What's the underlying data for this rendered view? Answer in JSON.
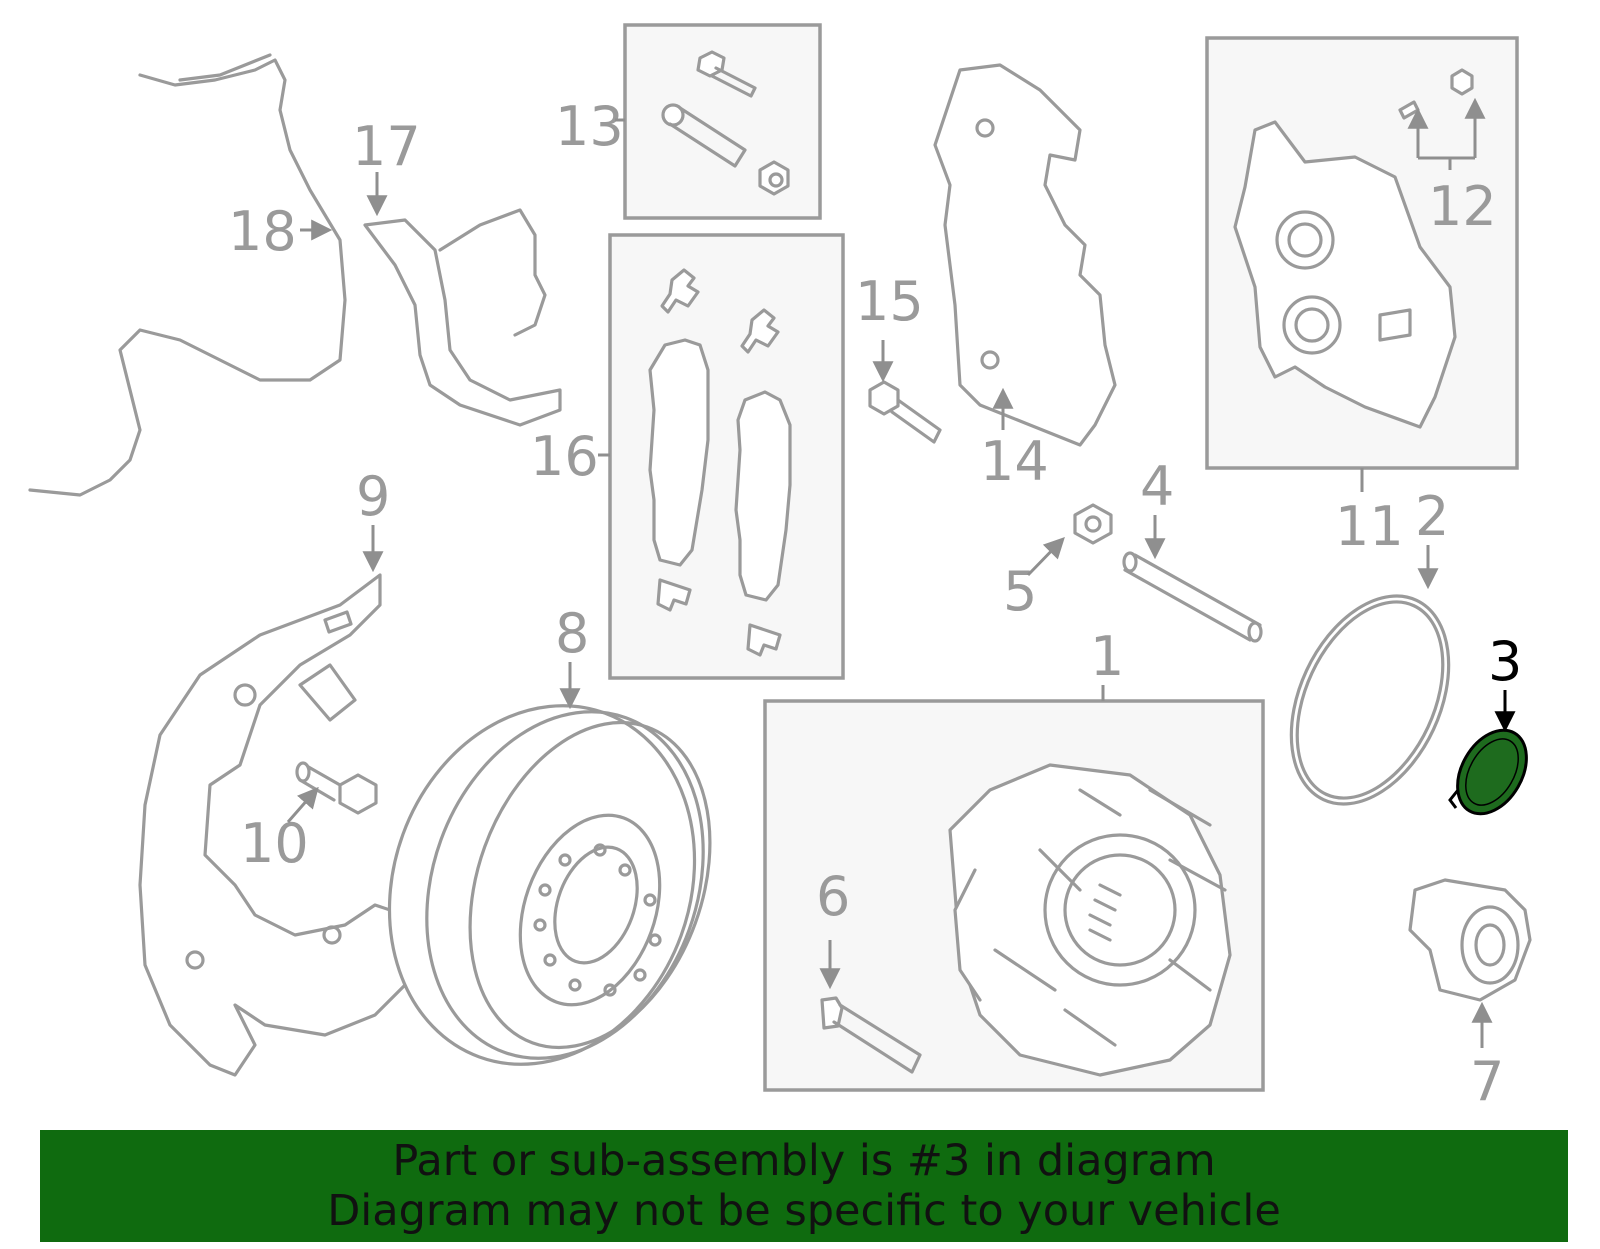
{
  "highlight": {
    "part": "3",
    "color": "#1e6b1e"
  },
  "callouts": {
    "c1": "1",
    "c2": "2",
    "c3": "3",
    "c4": "4",
    "c5": "5",
    "c6": "6",
    "c7": "7",
    "c8": "8",
    "c9": "9",
    "c10": "10",
    "c11": "11",
    "c12": "12",
    "c13": "13",
    "c14": "14",
    "c15": "15",
    "c16": "16",
    "c17": "17",
    "c18": "18"
  },
  "banner": {
    "line1": "Part or sub-assembly is #3 in diagram",
    "line2": "Diagram may not be specific to your vehicle",
    "color": "#0f6b0f"
  }
}
